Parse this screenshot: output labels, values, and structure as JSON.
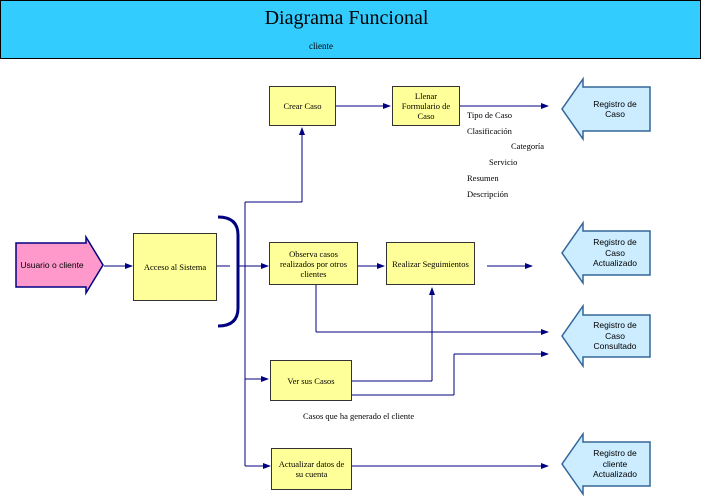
{
  "header": {
    "title": "Diagrama Funcional",
    "subtitle": "cliente"
  },
  "nodes": {
    "user": "Usuario o cliente",
    "access": "Acceso al Sistema",
    "create": "Crear Caso",
    "form": "Llenar Formulario de Caso",
    "observe": "Observa casos realizados por otros clientes",
    "follow": "Realizar Seguimientos",
    "view": "Ver sus Casos",
    "update": "Actualizar datos de su cuenta"
  },
  "outputs": {
    "registro": "Registro de Caso",
    "actualizado": "Registro de Caso Actualizado",
    "consultado": "Registro de Caso Consultado",
    "cliente": "Registro de cliente Actualizado"
  },
  "fields": {
    "tipo": "Tipo de Caso",
    "clasificacion": "Clasificación",
    "categoria": "Categoría",
    "servicio": "Servicio",
    "resumen": "Resumen",
    "descripcion": "Descripción"
  },
  "notes": {
    "casos": "Casos que ha generado el cliente"
  },
  "colors": {
    "header": "#33ccff",
    "process": "#ffff99",
    "user": "#ff99cc",
    "output": "#ccecff",
    "lines": "#000080"
  }
}
